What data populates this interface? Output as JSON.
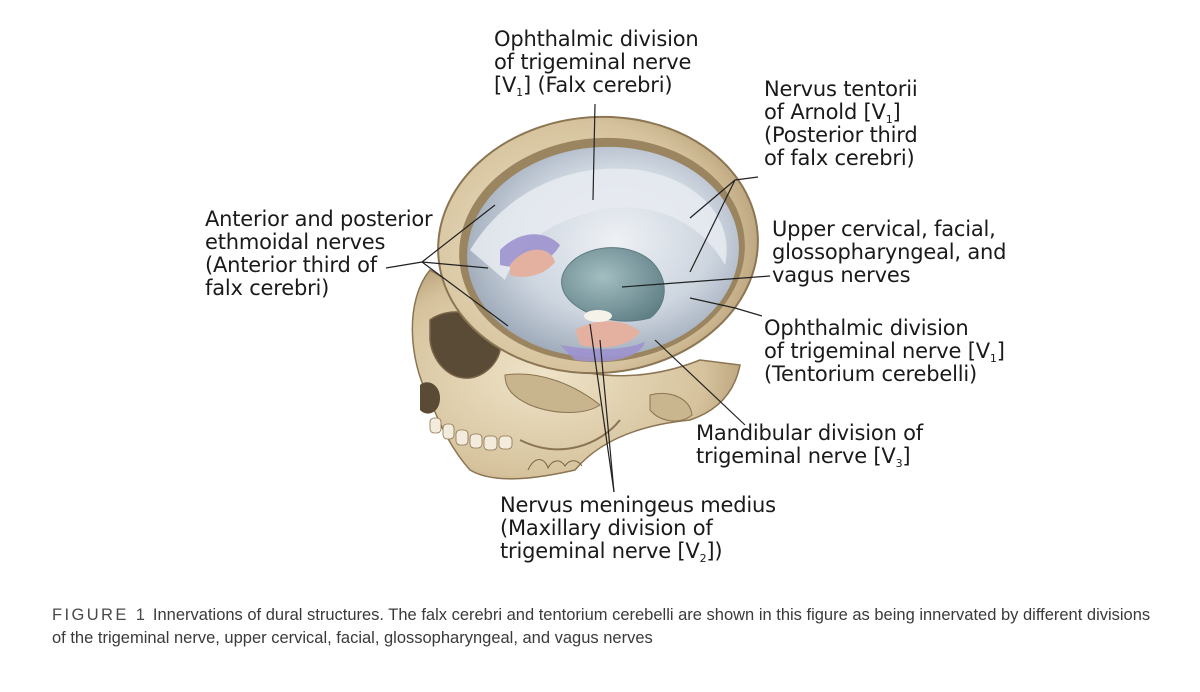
{
  "labels": {
    "ophthalmic_falx": {
      "line1": "Ophthalmic division",
      "line2": "of trigeminal nerve",
      "line3_pre": "[V",
      "line3_sub": "1",
      "line3_post": "] (Falx cerebri)"
    },
    "nervus_tentorii": {
      "line1": "Nervus tentorii",
      "line2_pre": "of Arnold [V",
      "line2_sub": "1",
      "line2_post": "]",
      "line3": "(Posterior third",
      "line4": "of falx cerebri)"
    },
    "ethmoidal": {
      "line1": "Anterior and posterior",
      "line2": "ethmoidal nerves",
      "line3": "(Anterior third of",
      "line4": "falx cerebri)"
    },
    "upper_cervical": {
      "line1": "Upper cervical, facial,",
      "line2": "glossopharyngeal, and",
      "line3": "vagus nerves"
    },
    "ophthalmic_tentorium": {
      "line1": "Ophthalmic division",
      "line2_pre": "of trigeminal nerve [V",
      "line2_sub": "1",
      "line2_post": "]",
      "line3": "(Tentorium cerebelli)"
    },
    "mandibular": {
      "line1": "Mandibular division of",
      "line2_pre": "trigeminal nerve [V",
      "line2_sub": "3",
      "line2_post": "]"
    },
    "meningeus": {
      "line1": "Nervus meningeus medius",
      "line2": "(Maxillary division of",
      "line3_pre": "trigeminal nerve [V",
      "line3_sub": "2",
      "line3_post": "])"
    }
  },
  "caption": {
    "tag": "FIGURE",
    "number": "1",
    "text": "Innervations of dural structures. The falx cerebri and tentorium cerebelli are shown in this figure as being innervated by different divisions of the trigeminal nerve, upper cervical, facial, glossopharyngeal, and vagus nerves"
  },
  "colors": {
    "bone": "#d8c8a6",
    "bone_dark": "#a8916b",
    "dura": "#c9d1dc",
    "dura_light": "#e6eaf0",
    "tentorium_teal": "#7f9ea3",
    "pink_region": "#e4b1a0",
    "purple_region": "#9d92cf",
    "leader_line": "#222222"
  }
}
